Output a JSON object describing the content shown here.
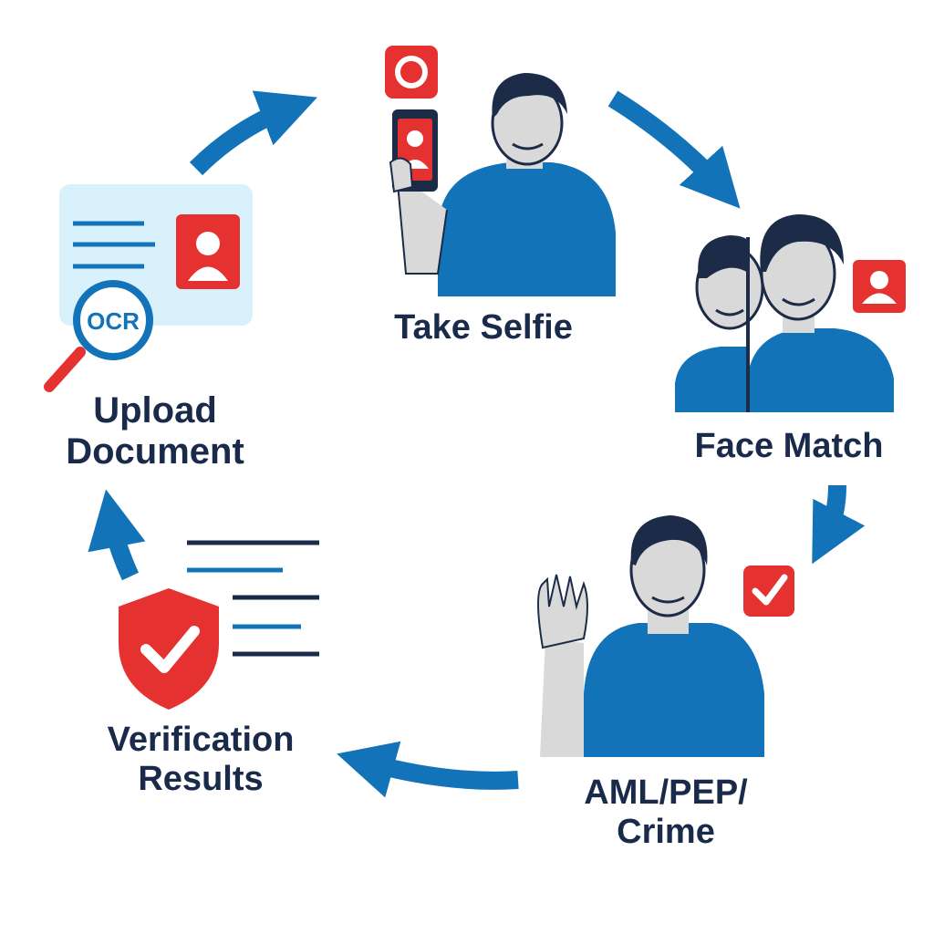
{
  "steps": [
    {
      "id": "take-selfie",
      "label_lines": [
        "Take Selfie"
      ]
    },
    {
      "id": "face-match",
      "label_lines": [
        "Face Match"
      ]
    },
    {
      "id": "aml-check",
      "label_lines": [
        "AML/PEP/",
        "Crime"
      ]
    },
    {
      "id": "verification-results",
      "label_lines": [
        "Verification",
        "Results"
      ]
    },
    {
      "id": "upload-document",
      "label_lines": [
        "Upload",
        "Document"
      ]
    }
  ],
  "document": {
    "ocr_label": "OCR"
  },
  "colors": {
    "blue": "#1273b8",
    "red": "#e5312f",
    "navy": "#1a2a4a",
    "light_blue": "#d9f1fb",
    "skin": "#d9d9d9",
    "hair": "#1c2b48"
  },
  "icons": [
    "camera-icon",
    "phone-icon",
    "portrait-icon",
    "checkmark-icon",
    "shield-check-icon",
    "magnifier-icon",
    "id-card-icon"
  ]
}
